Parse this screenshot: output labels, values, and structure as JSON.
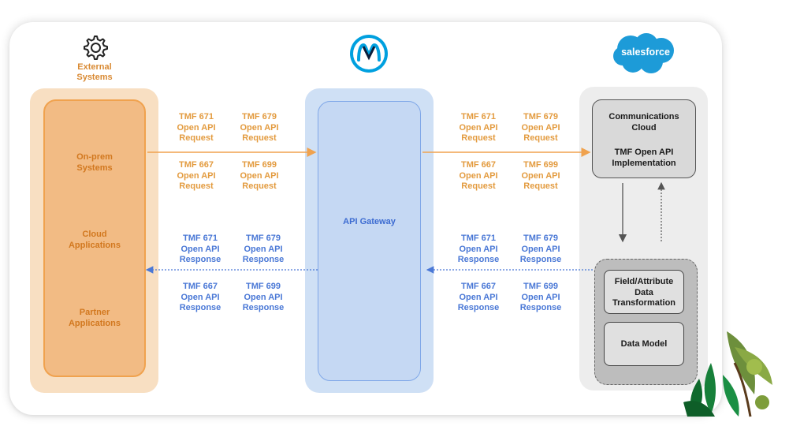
{
  "external": {
    "title_line1": "External",
    "title_line2": "Systems",
    "items": [
      {
        "line1": "On-prem",
        "line2": "Systems"
      },
      {
        "line1": "Cloud",
        "line2": "Applications"
      },
      {
        "line1": "Partner",
        "line2": "Applications"
      }
    ]
  },
  "gateway": {
    "label": "API Gateway"
  },
  "salesforce": {
    "logo_text": "salesforce",
    "comm_cloud_line1": "Communications",
    "comm_cloud_line2": "Cloud",
    "impl_line1": "TMF Open API",
    "impl_line2": "Implementation",
    "transform_line1": "Field/Attribute",
    "transform_line2": "Data",
    "transform_line3": "Transformation",
    "data_model": "Data Model"
  },
  "labels": {
    "open_api": "Open API",
    "request": "Request",
    "response": "Response",
    "tmf671": "TMF 671",
    "tmf679": "TMF 679",
    "tmf667": "TMF 667",
    "tmf699": "TMF 699"
  },
  "colors": {
    "request": "#e39b3f",
    "response": "#4a78d6",
    "mulesoft": "#00a0df",
    "salesforce": "#1d9bd8"
  },
  "icons": {
    "external": "gear-icon",
    "gateway": "mulesoft-logo-icon",
    "salesforce": "salesforce-cloud-logo",
    "decor": "plant-leaves-icon"
  }
}
